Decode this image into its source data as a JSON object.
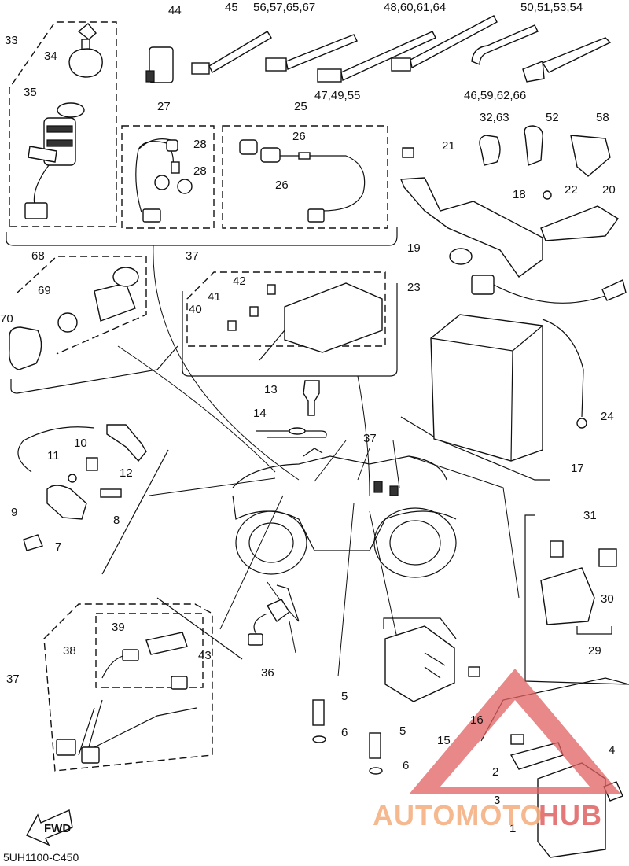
{
  "diagram": {
    "code": "5UH1100-C450",
    "fwd_label": "FWD",
    "watermark": {
      "part1": "AUTOMOTO",
      "part2": "HUB",
      "color1": "#f4b183",
      "color2": "#e06060"
    },
    "callouts": {
      "c44": "44",
      "c45": "45",
      "c56": "56,57,65,67",
      "c48": "48,60,61,64",
      "c50": "50,51,53,54",
      "c33": "33",
      "c34": "34",
      "c35": "35",
      "c27": "27",
      "c28a": "28",
      "c28b": "28",
      "c25": "25",
      "c26a": "26",
      "c26b": "26",
      "c47": "47,49,55",
      "c46": "46,59,62,66",
      "c32": "32,63",
      "c52": "52",
      "c58": "58",
      "c21": "21",
      "c22": "22",
      "c20": "20",
      "c18": "18",
      "c19": "19",
      "c23": "23",
      "c68": "68",
      "c69": "69",
      "c70": "70",
      "c37a": "37",
      "c42": "42",
      "c41": "41",
      "c40": "40",
      "c13": "13",
      "c14": "14",
      "c37b": "37",
      "c24": "24",
      "c17": "17",
      "c10": "10",
      "c11": "11",
      "c12": "12",
      "c9": "9",
      "c7": "7",
      "c8": "8",
      "c31": "31",
      "c30": "30",
      "c29": "29",
      "c39": "39",
      "c38": "38",
      "c43": "43",
      "c37c": "37",
      "c36": "36",
      "c5a": "5",
      "c6a": "6",
      "c5b": "5",
      "c6b": "6",
      "c16": "16",
      "c15": "15",
      "c2": "2",
      "c3": "3",
      "c4": "4",
      "c1": "1"
    }
  }
}
